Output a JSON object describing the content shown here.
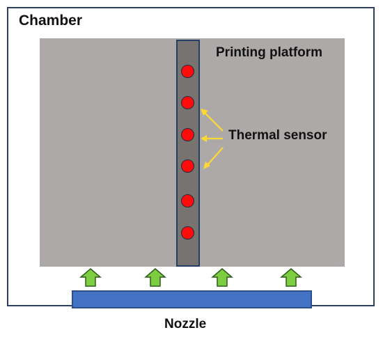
{
  "labels": {
    "chamber": "Chamber",
    "platform": "Printing platform",
    "sensor": "Thermal sensor",
    "nozzle": "Nozzle"
  },
  "sensors": {
    "count": 6
  },
  "flow_arrows": {
    "count": 4
  },
  "colors": {
    "chamber_border": "#2f3f5f",
    "platform": "#ada9a8",
    "sensor_strip": "#777371",
    "sensor_dot": "#ff0b0b",
    "pointer_arrow": "#ffd92f",
    "flow_arrow_fill": "#7ccd3f",
    "flow_arrow_stroke": "#2d5c1e",
    "nozzle": "#4472c4"
  }
}
